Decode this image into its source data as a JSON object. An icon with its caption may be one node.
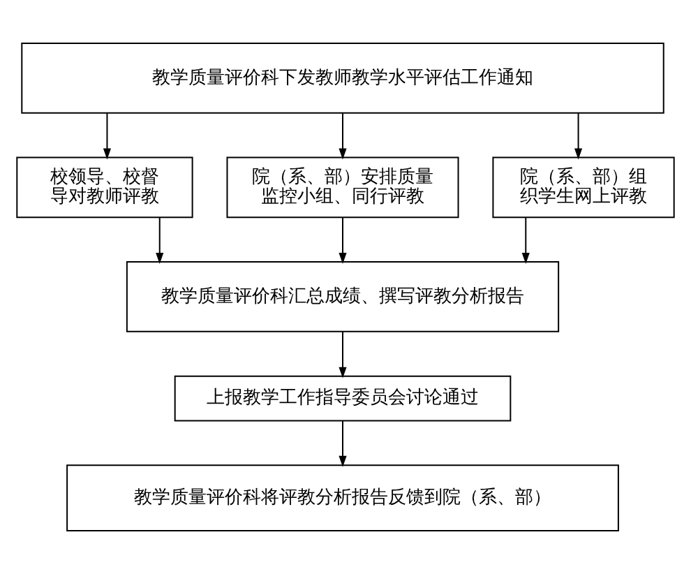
{
  "diagram": {
    "nodes": [
      {
        "text": [
          "教学质量评价科下发教师教学水平评估工作通知"
        ]
      },
      {
        "text": [
          "校领导、校督导对教师评教"
        ]
      },
      {
        "text": [
          "院（系、部）安排质量监控小组、同行评教"
        ]
      },
      {
        "text": [
          "院（系、部）组织学生网上评教"
        ]
      },
      {
        "text": [
          "教学质量评价科汇总成绩、撰写评教分析报告"
        ]
      },
      {
        "text": [
          "上报教学工作指导委员会讨论通过"
        ]
      },
      {
        "text": [
          "教学质量评价科将评教分析报告反馈到院（系、部）"
        ]
      }
    ],
    "edges": [
      {
        "from": 0,
        "to": 1,
        "arrow": "to"
      },
      {
        "from": 0,
        "to": 2,
        "arrow": "to"
      },
      {
        "from": 0,
        "to": 3,
        "arrow": "to"
      },
      {
        "from": 1,
        "to": 4,
        "arrow": "to"
      },
      {
        "from": 2,
        "to": 4,
        "arrow": "to"
      },
      {
        "from": 3,
        "to": 4,
        "arrow": "to"
      },
      {
        "from": 4,
        "to": 5,
        "arrow": "to"
      },
      {
        "from": 5,
        "to": 6,
        "arrow": "to"
      }
    ]
  }
}
